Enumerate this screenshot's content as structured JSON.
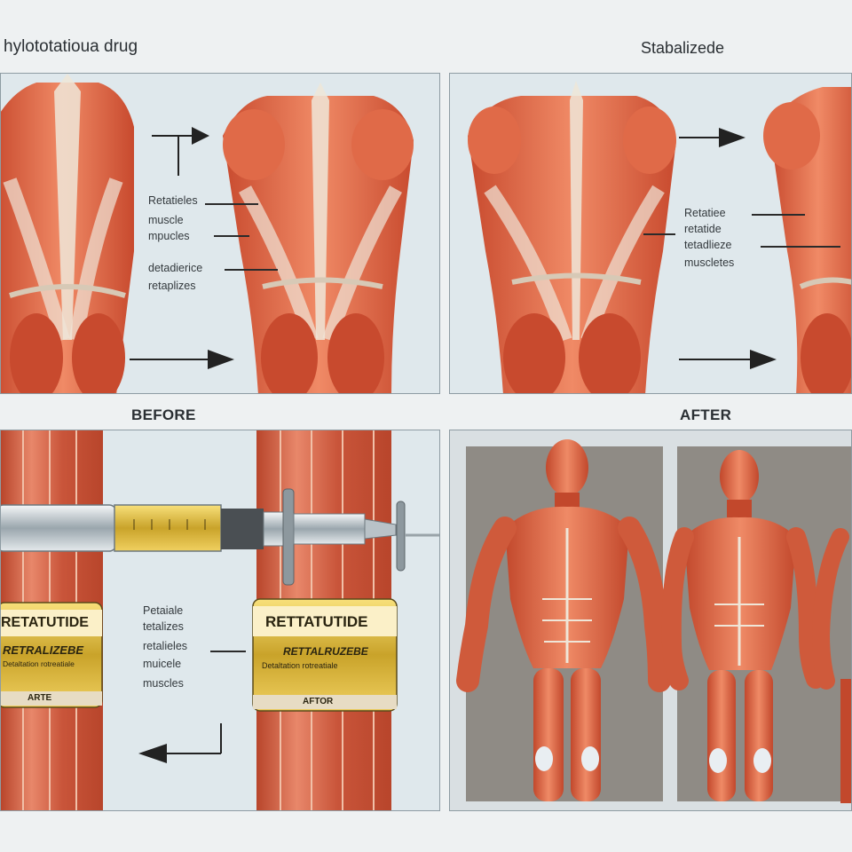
{
  "header": {
    "left_title": "hylototatioua drug",
    "right_title": "Stabalizede"
  },
  "sections": {
    "before": "BEFORE",
    "after": "AFTER"
  },
  "top_left_labels": {
    "label_a_1": "Retatieles",
    "label_a_2": "muscle",
    "label_a_3": "mpucles",
    "label_b_1": "detadierice",
    "label_b_2": "retaplizes"
  },
  "top_right_labels": {
    "label_1": "Retatiee",
    "label_2": "retatide",
    "label_3": "tetadlieze",
    "label_4": "muscletes"
  },
  "bottom_left_labels": {
    "label_1": "Petaiale",
    "label_2": "tetalizes",
    "label_3": "retalieles",
    "label_4": "muicele",
    "label_5": "muscles"
  },
  "vials": {
    "left_name": "RETATUTIDE",
    "left_sub": "RETRALIZEBE",
    "left_fine": "Detaltation rotreatiale",
    "left_bottom": "ARTE",
    "right_name": "RETTATUTIDE",
    "right_sub": "RETTALRUZEBE",
    "right_fine": "Detaltation rotreatiale",
    "right_bottom": "AFTOR"
  },
  "colors": {
    "muscle": "#d9583a",
    "muscle_light": "#f08a66",
    "tendon": "#efe6d8",
    "panel_bg": "#dfe8ec",
    "frame": "#8e9ca3",
    "vial_label": "#f0c040",
    "gray_bg": "#8f8b85"
  }
}
